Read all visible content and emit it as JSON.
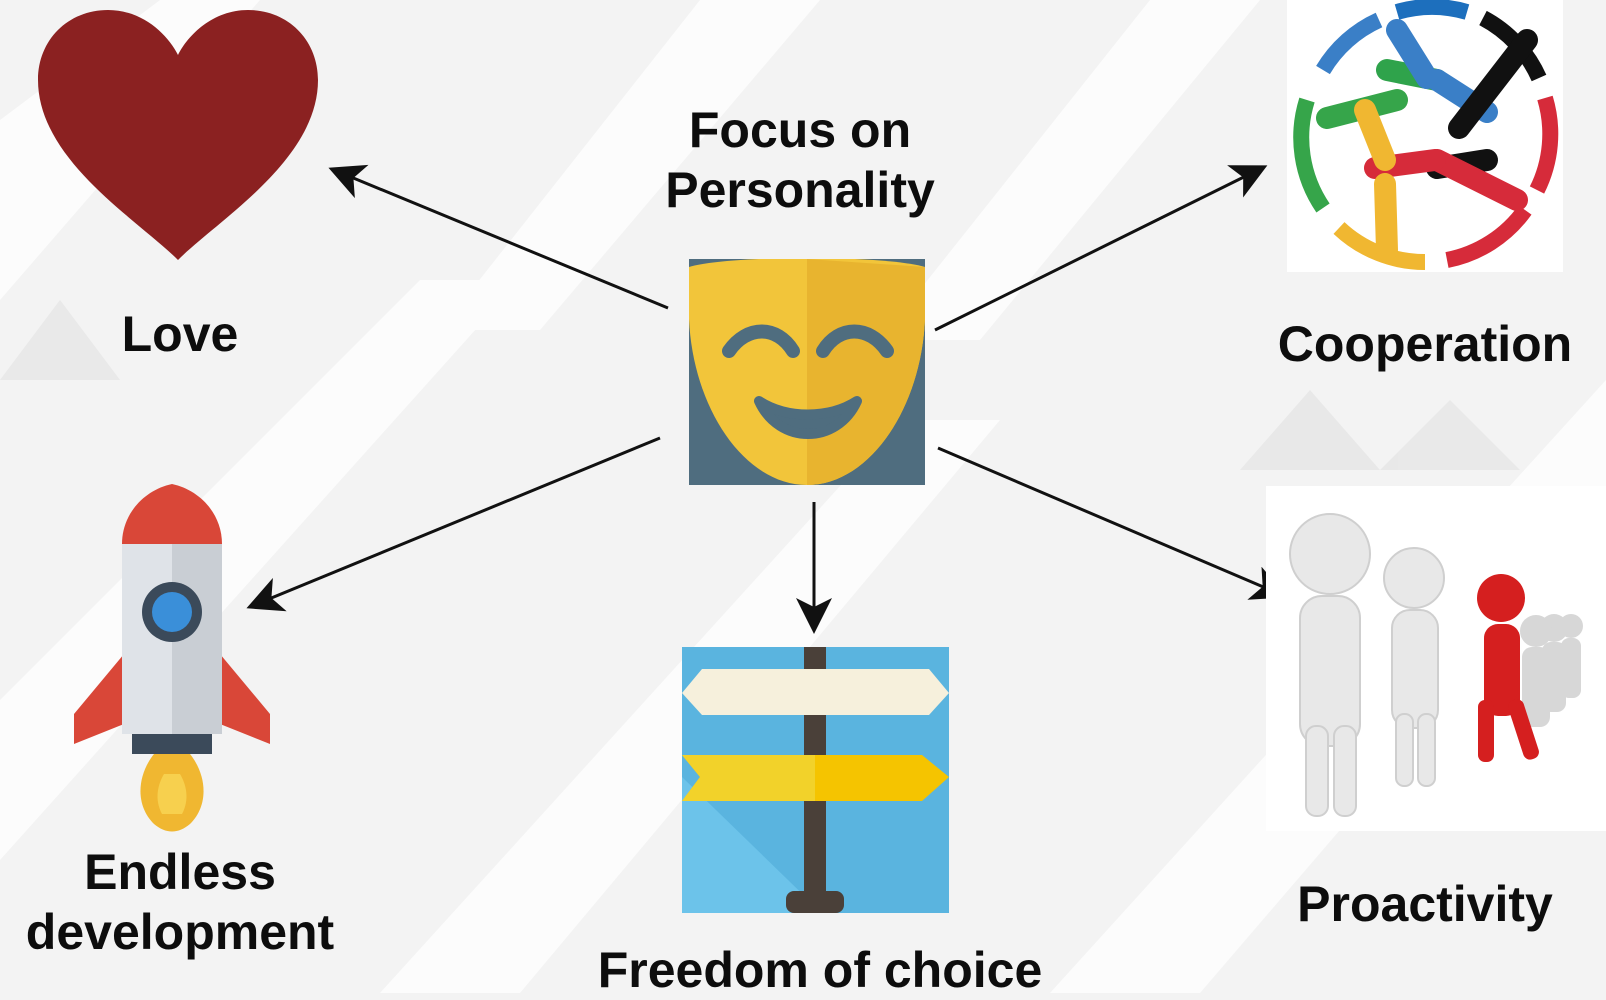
{
  "diagram": {
    "center": {
      "title_line1": "Focus on",
      "title_line2": "Personality",
      "icon": "theater-mask-icon"
    },
    "nodes": [
      {
        "id": "love",
        "label": "Love",
        "icon": "heart-icon",
        "color": "#8b2121"
      },
      {
        "id": "cooperation",
        "label": "Cooperation",
        "icon": "joined-hands-circle-icon"
      },
      {
        "id": "endless-development",
        "label_line1": "Endless",
        "label_line2": "development",
        "icon": "rocket-icon"
      },
      {
        "id": "freedom-of-choice",
        "label": "Freedom of choice",
        "icon": "signpost-icon"
      },
      {
        "id": "proactivity",
        "label": "Proactivity",
        "icon": "people-line-red-leader-icon"
      }
    ]
  }
}
